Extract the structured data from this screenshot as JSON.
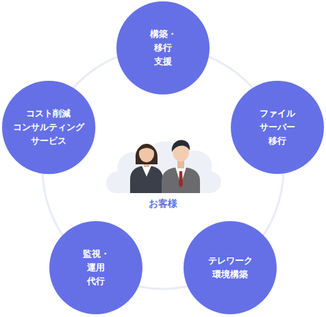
{
  "diagram": {
    "nodes": [
      {
        "text": [
          "構築・移行 支援"
        ]
      },
      {
        "text": [
          "ファイル サーバー 移行"
        ]
      },
      {
        "text": [
          "テレワーク 環境構築"
        ]
      },
      {
        "text": [
          "監視・運用 代行"
        ]
      },
      {
        "text": [
          "コスト削減 コンサルティング サービス"
        ]
      }
    ],
    "labels": [
      "お客様"
    ]
  }
}
